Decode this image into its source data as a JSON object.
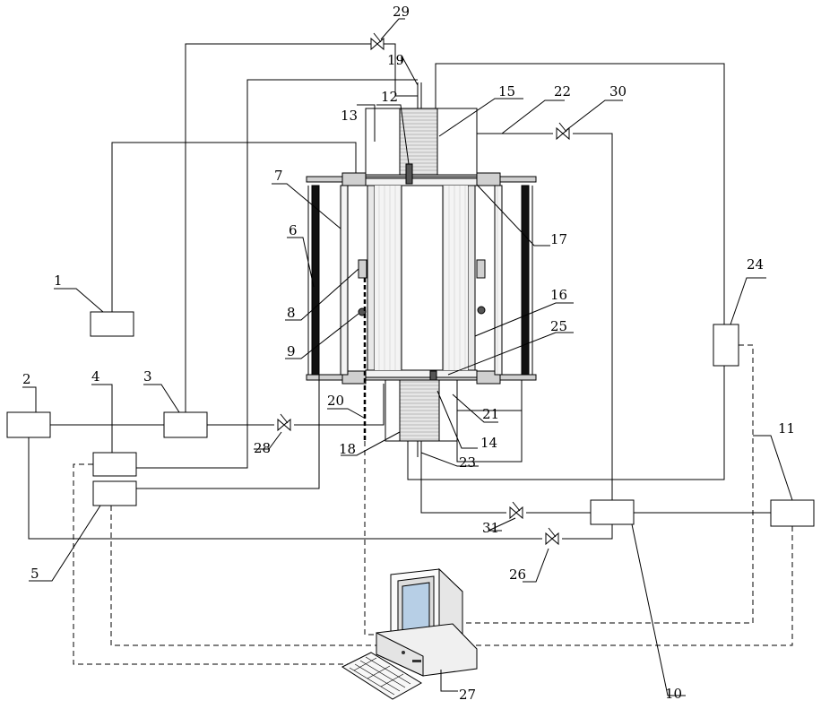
{
  "labels": {
    "n1": "1",
    "n2": "2",
    "n3": "3",
    "n4": "4",
    "n5": "5",
    "n6": "6",
    "n7": "7",
    "n8": "8",
    "n9": "9",
    "n10": "10",
    "n11": "11",
    "n12": "12",
    "n13": "13",
    "n14": "14",
    "n15": "15",
    "n16": "16",
    "n17": "17",
    "n18": "18",
    "n19": "19",
    "n20": "20",
    "n21": "21",
    "n22": "22",
    "n23": "23",
    "n24": "24",
    "n25": "25",
    "n26": "26",
    "n27": "27",
    "n28": "28",
    "n29": "29",
    "n30": "30",
    "n31": "31"
  },
  "icons": {
    "valve": "valve-icon",
    "computer": "computer-icon",
    "keyboard": "keyboard-icon"
  }
}
